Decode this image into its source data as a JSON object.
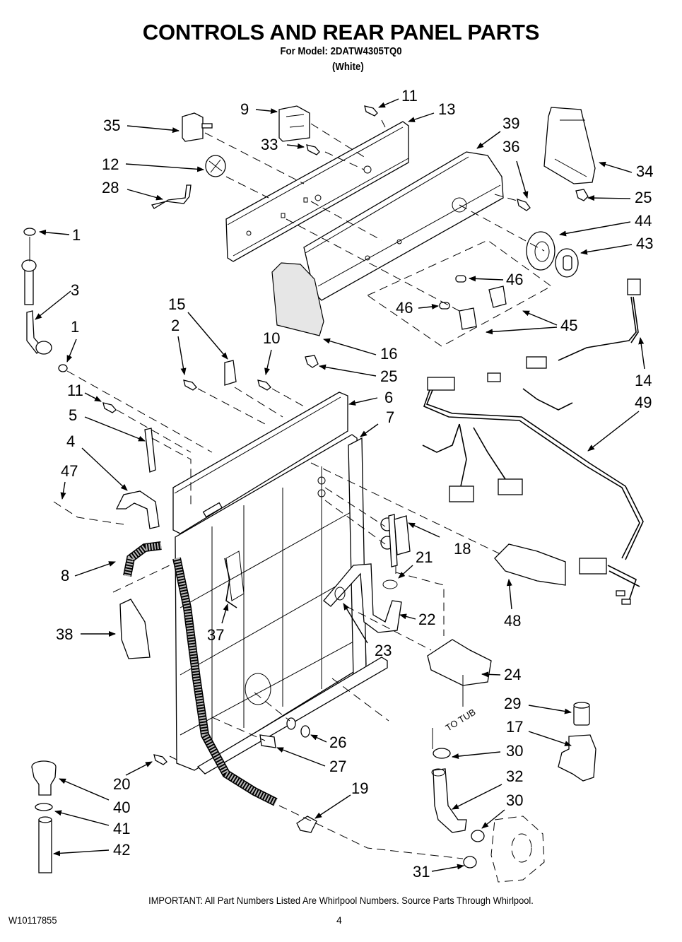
{
  "header": {
    "title": "CONTROLS AND REAR PANEL PARTS",
    "model_line": "For Model: 2DATW4305TQ0",
    "color_line": "(White)"
  },
  "diagram": {
    "annotation_to_tub": "TO TUB",
    "callouts": [
      {
        "id": "c1a",
        "number": "1",
        "part": "washer"
      },
      {
        "id": "c1b",
        "number": "1",
        "part": "washer"
      },
      {
        "id": "c2",
        "number": "2",
        "part": "screw"
      },
      {
        "id": "c3",
        "number": "3",
        "part": "inlet-hose"
      },
      {
        "id": "c4",
        "number": "4",
        "part": "cover"
      },
      {
        "id": "c5",
        "number": "5",
        "part": "bracket"
      },
      {
        "id": "c6",
        "number": "6",
        "part": "rear-panel-bracket"
      },
      {
        "id": "c7",
        "number": "7",
        "part": "channel"
      },
      {
        "id": "c8",
        "number": "8",
        "part": "drain-hose"
      },
      {
        "id": "c9",
        "number": "9",
        "part": "timer"
      },
      {
        "id": "c10",
        "number": "10",
        "part": "screw"
      },
      {
        "id": "c11a",
        "number": "11",
        "part": "screw"
      },
      {
        "id": "c11b",
        "number": "11",
        "part": "screw"
      },
      {
        "id": "c12",
        "number": "12",
        "part": "pressure-switch"
      },
      {
        "id": "c13",
        "number": "13",
        "part": "control-bracket"
      },
      {
        "id": "c14",
        "number": "14",
        "part": "power-cord"
      },
      {
        "id": "c15",
        "number": "15",
        "part": "clip"
      },
      {
        "id": "c16",
        "number": "16",
        "part": "end-cap"
      },
      {
        "id": "c17",
        "number": "17",
        "part": "pump"
      },
      {
        "id": "c18",
        "number": "18",
        "part": "water-valve"
      },
      {
        "id": "c19",
        "number": "19",
        "part": "clamp"
      },
      {
        "id": "c20",
        "number": "20",
        "part": "screw"
      },
      {
        "id": "c21",
        "number": "21",
        "part": "clamp"
      },
      {
        "id": "c22",
        "number": "22",
        "part": "hose"
      },
      {
        "id": "c23",
        "number": "23",
        "part": "clamp"
      },
      {
        "id": "c24",
        "number": "24",
        "part": "bracket"
      },
      {
        "id": "c25a",
        "number": "25",
        "part": "clip"
      },
      {
        "id": "c25b",
        "number": "25",
        "part": "clip"
      },
      {
        "id": "c26",
        "number": "26",
        "part": "plug"
      },
      {
        "id": "c27",
        "number": "27",
        "part": "bushing"
      },
      {
        "id": "c28",
        "number": "28",
        "part": "bracket"
      },
      {
        "id": "c29",
        "number": "29",
        "part": "capacitor"
      },
      {
        "id": "c30a",
        "number": "30",
        "part": "clamp"
      },
      {
        "id": "c30b",
        "number": "30",
        "part": "clamp"
      },
      {
        "id": "c31",
        "number": "31",
        "part": "clamp"
      },
      {
        "id": "c32",
        "number": "32",
        "part": "hose"
      },
      {
        "id": "c33",
        "number": "33",
        "part": "screw"
      },
      {
        "id": "c34",
        "number": "34",
        "part": "end-cap"
      },
      {
        "id": "c35",
        "number": "35",
        "part": "switch"
      },
      {
        "id": "c36",
        "number": "36",
        "part": "screw"
      },
      {
        "id": "c37",
        "number": "37",
        "part": "wire-harness"
      },
      {
        "id": "c38",
        "number": "38",
        "part": "bracket"
      },
      {
        "id": "c39",
        "number": "39",
        "part": "console"
      },
      {
        "id": "c40",
        "number": "40",
        "part": "adapter"
      },
      {
        "id": "c41",
        "number": "41",
        "part": "clamp"
      },
      {
        "id": "c42",
        "number": "42",
        "part": "standpipe"
      },
      {
        "id": "c43",
        "number": "43",
        "part": "knob"
      },
      {
        "id": "c44",
        "number": "44",
        "part": "dial"
      },
      {
        "id": "c45",
        "number": "45",
        "part": "button"
      },
      {
        "id": "c46a",
        "number": "46",
        "part": "light"
      },
      {
        "id": "c46b",
        "number": "46",
        "part": "light"
      },
      {
        "id": "c47",
        "number": "47",
        "part": "tie"
      },
      {
        "id": "c48",
        "number": "48",
        "part": "cover"
      },
      {
        "id": "c49",
        "number": "49",
        "part": "wire-harness"
      }
    ]
  },
  "footer": {
    "note": "IMPORTANT: All Part Numbers Listed Are Whirlpool Numbers. Source Parts Through Whirlpool.",
    "document_id": "W10117855",
    "page_number": "4"
  }
}
